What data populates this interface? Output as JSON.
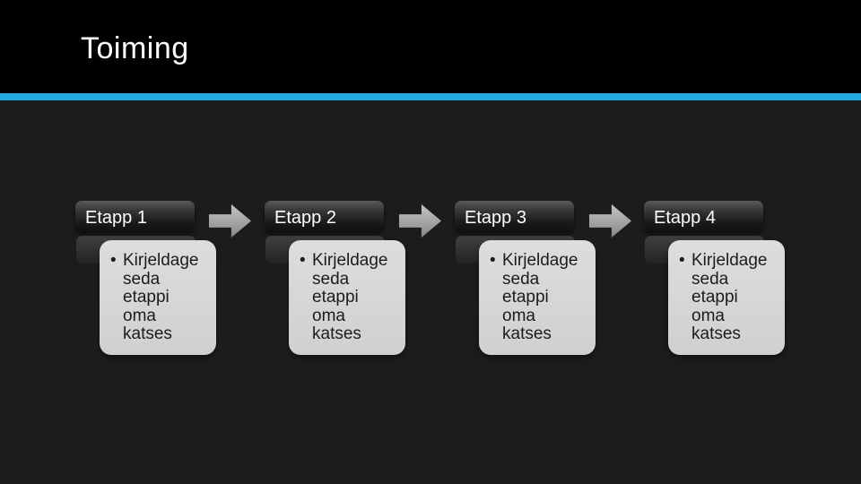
{
  "slide": {
    "title": "Toiming",
    "colors": {
      "accent": "#1ea9e1",
      "title_band": "#000000",
      "body_background": "#1c1c1e",
      "stage_header_fill_top": "#5a5a5a",
      "stage_header_fill_bottom": "#101010",
      "stage_header_text": "#ffffff",
      "card_fill": "#d4d6d6",
      "card_text": "#1c1c1c",
      "arrow_fill": "#a5a5a5"
    }
  },
  "diagram": {
    "type": "process-flow",
    "bullet_char": "•",
    "arrow_icon_name": "right-arrow",
    "stages": [
      {
        "label": "Etapp 1",
        "bullet_text": "Kirjeldage\nseda\netappi\noma\nkatses"
      },
      {
        "label": "Etapp 2",
        "bullet_text": "Kirjeldage\nseda\netappi\noma\nkatses"
      },
      {
        "label": "Etapp 3",
        "bullet_text": "Kirjeldage\nseda\netappi\noma\nkatses"
      },
      {
        "label": "Etapp 4",
        "bullet_text": "Kirjeldage\nseda\netappi\noma\nkatses"
      }
    ]
  }
}
